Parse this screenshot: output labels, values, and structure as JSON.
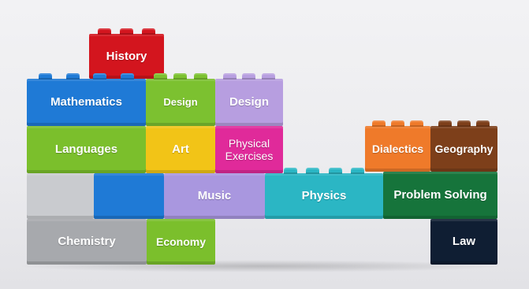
{
  "bricks": {
    "history": "History",
    "mathematics": "Mathematics",
    "design_1": "Design",
    "design_2": "Design",
    "languages": "Languages",
    "art": "Art",
    "physical_exercises": "Physical Exercises",
    "dialectics": "Dialectics",
    "geography": "Geography",
    "music": "Music",
    "physics": "Physics",
    "problem_solving": "Problem Solving",
    "chemistry": "Chemistry",
    "economy": "Economy",
    "law": "Law"
  },
  "colors": {
    "history": "#d3151e",
    "mathematics": "#1f7ad6",
    "design_1": "#7cc130",
    "design_2": "#b79ee0",
    "languages": "#7bbf2c",
    "art": "#f2c417",
    "physical_exercises": "#e02a9a",
    "dialectics": "#ef7a2a",
    "geography": "#7d3f1a",
    "music": "#a997df",
    "physics": "#2bb6c4",
    "problem_solving": "#16743b",
    "chemistry": "#a7a9ad",
    "economy": "#7bbf2c",
    "law": "#0f1e33",
    "background": "#ececef"
  }
}
